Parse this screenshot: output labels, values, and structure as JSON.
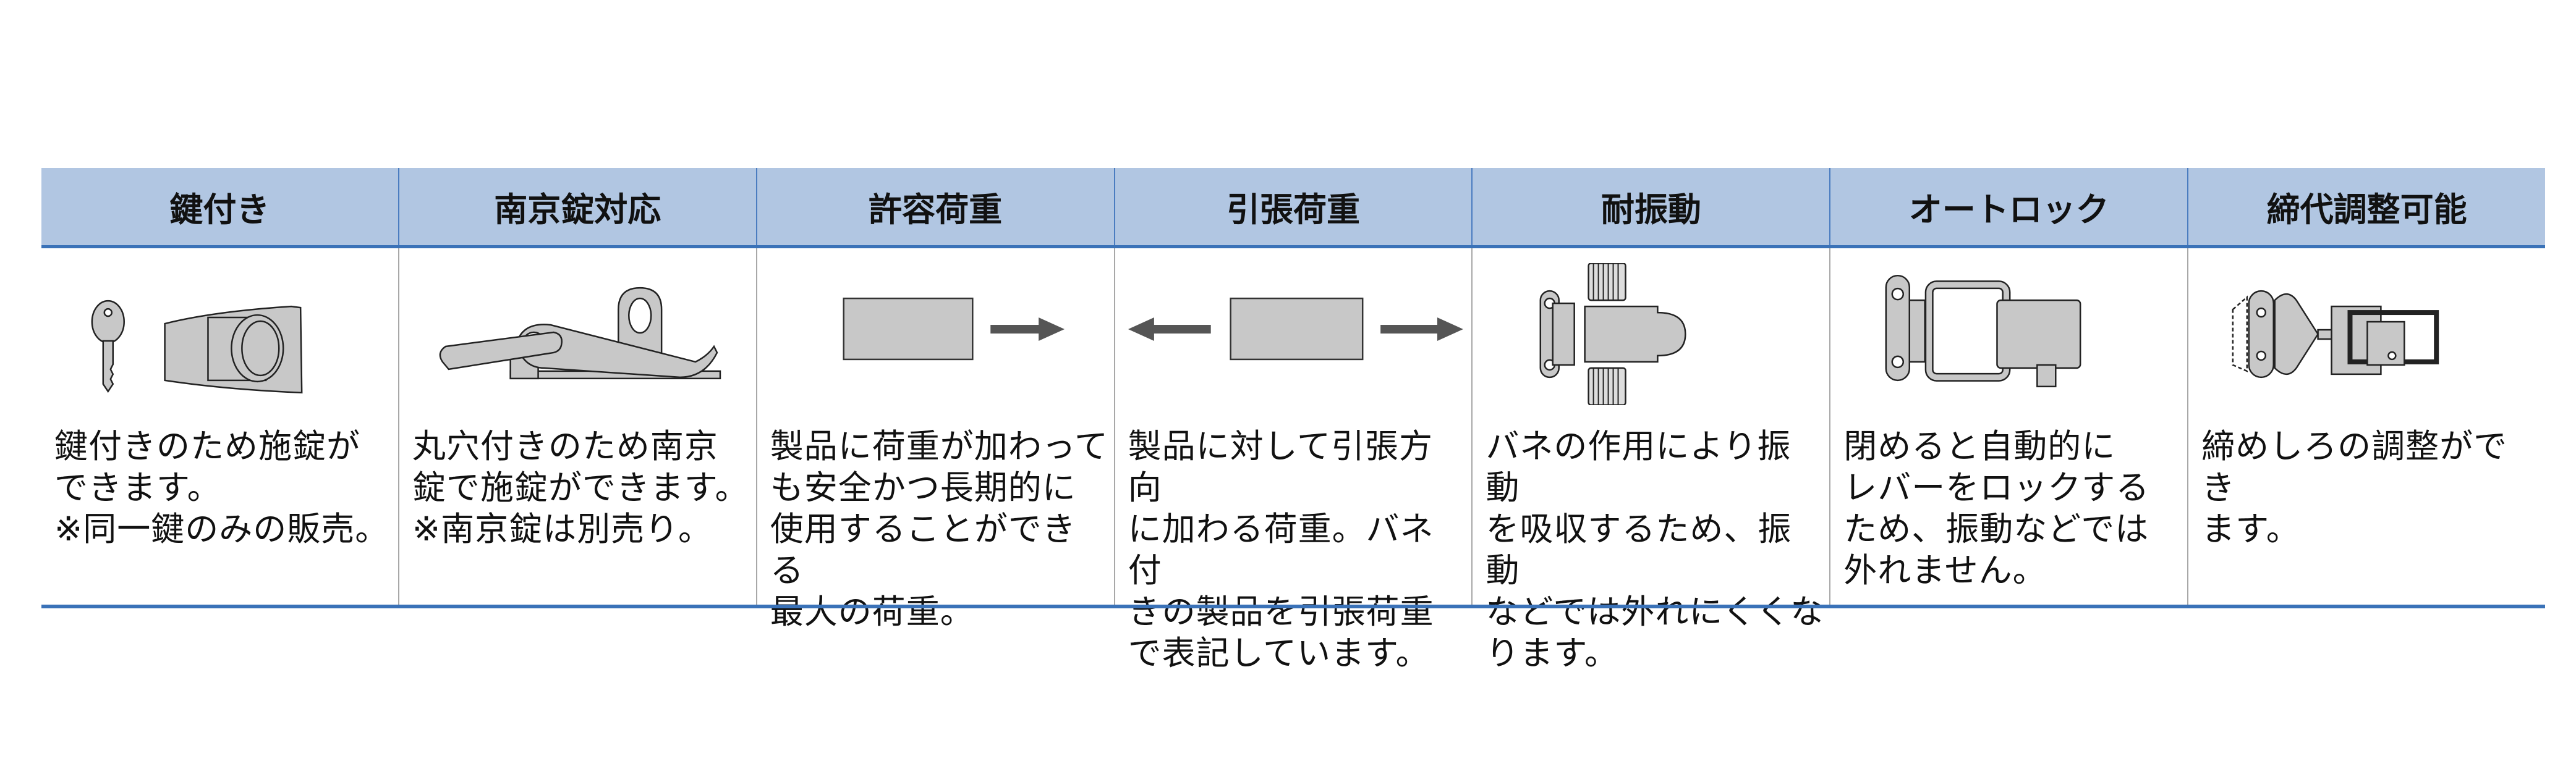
{
  "columns": [
    {
      "title": "鍵付き",
      "icon": "keyed-latch-icon",
      "description": "鍵付きのため施錠が\nできます。\n※同一鍵のみの販売。"
    },
    {
      "title": "南京錠対応",
      "icon": "padlock-eye-latch-icon",
      "description": "丸穴付きのため南京\n錠で施錠ができます。\n※南京錠は別売り。"
    },
    {
      "title": "許容荷重",
      "icon": "allowable-load-icon",
      "description": "製品に荷重が加わって\nも安全かつ長期的に\n使用することができる\n最大の荷重。"
    },
    {
      "title": "引張荷重",
      "icon": "tensile-load-icon",
      "description": "製品に対して引張方向\nに加わる荷重。バネ付\nきの製品を引張荷重\nで表記しています。"
    },
    {
      "title": "耐振動",
      "icon": "spring-latch-icon",
      "description": "バネの作用により振動\nを吸収するため、振動\nなどでは外れにくくな\nります。"
    },
    {
      "title": "オートロック",
      "icon": "auto-lock-latch-icon",
      "description": "閉めると自動的に\nレバーをロックする\nため、振動などでは\n外れません。"
    },
    {
      "title": "締代調整可能",
      "icon": "adjustable-latch-icon",
      "description": "締めしろの調整ができ\nます。"
    }
  ],
  "colors": {
    "header_bg": "#b1c6e2",
    "accent": "#3a72b8",
    "part_fill": "#c8c8c8"
  }
}
